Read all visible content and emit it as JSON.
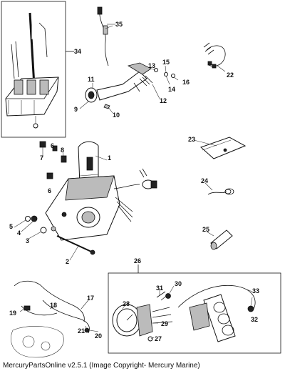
{
  "callouts": [
    "1",
    "2",
    "3",
    "4",
    "5",
    "6",
    "6",
    "7",
    "8",
    "9",
    "10",
    "11",
    "12",
    "13",
    "14",
    "15",
    "16",
    "17",
    "18",
    "19",
    "20",
    "21",
    "22",
    "23",
    "24",
    "25",
    "26",
    "27",
    "28",
    "29",
    "30",
    "31",
    "32",
    "33",
    "34",
    "35"
  ],
  "footer": "MercuryPartsOnline v2.5.1 (Image Copyright- Mercury Marine)"
}
